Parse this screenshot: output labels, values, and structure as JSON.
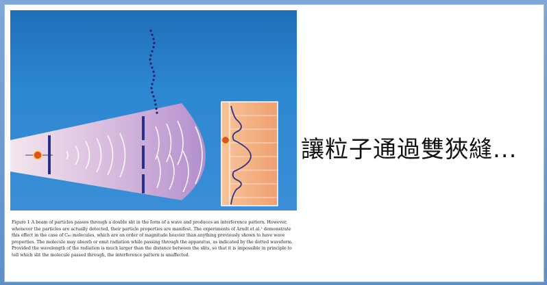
{
  "slide": {
    "headline": "讓粒子通過雙狹縫...",
    "caption": "Figure 1 A beam of particles passes through a double slit in the form of a wave and produces an interference pattern. However, whenever the particles are actually detected, their particle properties are manifest. The experiments of Arndt et al.¹ demonstrate this effect in the case of C₆₀ molecules, which are an order of magnitude heavier than anything previously shown to have wave properties. The molecule may absorb or emit radiation while passing through the apparatus, as indicated by the dotted waveform. Provided the wavelength of the radiation is much larger than the distance between the slits, so that it is impossible in principle to tell which slit the molecule passed through, the interference pattern is unaffected."
  },
  "colors": {
    "background": "#2d87d1",
    "beam": "#e8d8e8",
    "slit": "#2a2f8a",
    "screen": "#f0a070",
    "particle": "#e0502a"
  },
  "icons": [
    "particle-icon",
    "double-slit",
    "detector-screen"
  ]
}
